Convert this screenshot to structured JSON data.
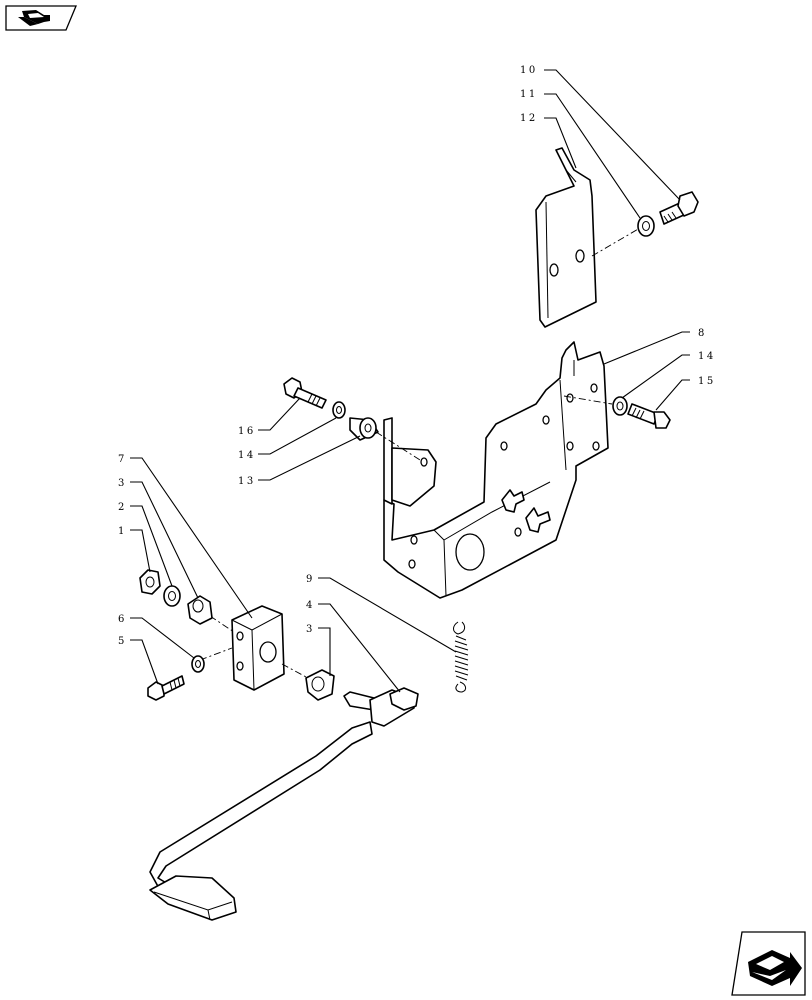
{
  "nav": {
    "prev_icon": "arrow-back-icon",
    "next_icon": "arrow-forward-icon"
  },
  "callouts": {
    "c10": "10",
    "c11": "11",
    "c12": "12",
    "c8": "8",
    "c14a": "14",
    "c15": "15",
    "c16": "16",
    "c14b": "14",
    "c13": "13",
    "c7": "7",
    "c3a": "3",
    "c2": "2",
    "c1": "1",
    "c6": "6",
    "c5": "5",
    "c9": "9",
    "c4": "4",
    "c3b": "3"
  }
}
